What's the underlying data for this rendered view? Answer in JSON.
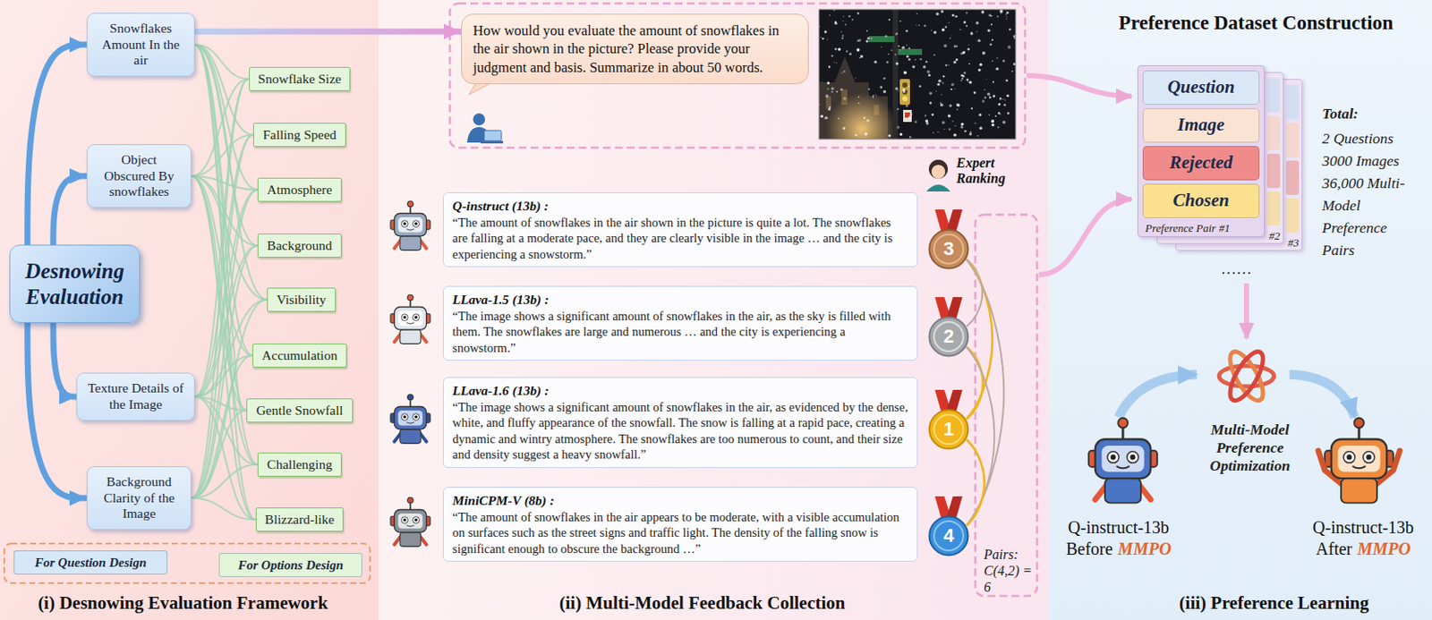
{
  "diagram": {
    "nodes": [
      {
        "text": [
          "Snowflakes Amount In the air"
        ]
      },
      {
        "text": [
          "Object Obscured By snowflakes"
        ]
      },
      {
        "text": [
          "Desnowing Evaluation"
        ]
      },
      {
        "text": [
          "Texture Details of the Image"
        ]
      },
      {
        "text": [
          "Background Clarity of the Image"
        ]
      },
      {
        "text": [
          "Snowflake Size"
        ]
      },
      {
        "text": [
          "Falling Speed"
        ]
      },
      {
        "text": [
          "Atmosphere"
        ]
      },
      {
        "text": [
          "Background"
        ]
      },
      {
        "text": [
          "Visibility"
        ]
      },
      {
        "text": [
          "Accumulation"
        ]
      },
      {
        "text": [
          "Gentle Snowfall"
        ]
      },
      {
        "text": [
          "Challenging"
        ]
      },
      {
        "text": [
          "Blizzard-like"
        ]
      },
      {
        "text": [
          "How would you evaluate the amount of snowflakes in the air shown in the picture? Please provide your judgment and basis. Summarize in about 50 words."
        ]
      },
      {
        "text": [
          "Q-instruct (13b) :",
          "“The amount of snowflakes in the air shown in the picture is quite a lot. The snowflakes are falling at a moderate pace, and they are clearly visible in the image … and the city is experiencing a snowstorm.”"
        ]
      },
      {
        "text": [
          "3"
        ]
      },
      {
        "text": [
          "LLava-1.5 (13b) :",
          "“The image shows a significant amount of snowflakes in the air, as the sky is filled with them. The snowflakes are large and numerous … and the city is experiencing a snowstorm.”"
        ]
      },
      {
        "text": [
          "2"
        ]
      },
      {
        "text": [
          "LLava-1.6 (13b) :",
          "“The image shows a significant amount of snowflakes in the air, as evidenced by the dense, white, and fluffy appearance of the snowfall. The snow is falling at a rapid pace, creating a dynamic and wintry atmosphere. The snowflakes are too numerous to count, and their size and density suggest a heavy snowfall.”"
        ]
      },
      {
        "text": [
          "1"
        ]
      },
      {
        "text": [
          "MiniCPM-V (8b) :",
          "“The amount of snowflakes in the air appears to be moderate, with a visible accumulation on surfaces such as the street signs and traffic light. The density of the falling snow is significant enough to obscure the background …”"
        ]
      },
      {
        "text": [
          "4"
        ]
      },
      {
        "text": [
          "Preference Pair #1"
        ]
      },
      {
        "text": [
          "Question"
        ],
        "in": 23
      },
      {
        "text": [
          "Image"
        ],
        "in": 23
      },
      {
        "text": [
          "Rejected"
        ],
        "in": 23
      },
      {
        "text": [
          "Chosen"
        ],
        "in": 23
      },
      {
        "text": [
          "#2"
        ]
      },
      {
        "text": [
          "#3"
        ]
      }
    ],
    "edges": [
      {
        "from": 0,
        "to": 14,
        "arrow": "to"
      },
      {
        "from": 2,
        "to": 0,
        "arrow": "to"
      },
      {
        "from": 2,
        "to": 1,
        "arrow": "to"
      },
      {
        "from": 2,
        "to": 3,
        "arrow": "to"
      },
      {
        "from": 2,
        "to": 4,
        "arrow": "to"
      },
      {
        "from": 0,
        "to": 5,
        "arrow": "none"
      },
      {
        "from": 0,
        "to": 6,
        "arrow": "none"
      },
      {
        "from": 0,
        "to": 7,
        "arrow": "none"
      },
      {
        "from": 0,
        "to": 8,
        "arrow": "none"
      },
      {
        "from": 0,
        "to": 9,
        "arrow": "none"
      },
      {
        "from": 0,
        "to": 10,
        "arrow": "none"
      },
      {
        "from": 0,
        "to": 11,
        "arrow": "none"
      },
      {
        "from": 0,
        "to": 12,
        "arrow": "none"
      },
      {
        "from": 0,
        "to": 13,
        "arrow": "none"
      },
      {
        "from": 1,
        "to": 5,
        "arrow": "none"
      },
      {
        "from": 1,
        "to": 6,
        "arrow": "none"
      },
      {
        "from": 1,
        "to": 7,
        "arrow": "none"
      },
      {
        "from": 1,
        "to": 8,
        "arrow": "none"
      },
      {
        "from": 1,
        "to": 9,
        "arrow": "none"
      },
      {
        "from": 1,
        "to": 10,
        "arrow": "none"
      },
      {
        "from": 1,
        "to": 11,
        "arrow": "none"
      },
      {
        "from": 1,
        "to": 12,
        "arrow": "none"
      },
      {
        "from": 1,
        "to": 13,
        "arrow": "none"
      },
      {
        "from": 3,
        "to": 5,
        "arrow": "none"
      },
      {
        "from": 3,
        "to": 6,
        "arrow": "none"
      },
      {
        "from": 3,
        "to": 7,
        "arrow": "none"
      },
      {
        "from": 3,
        "to": 8,
        "arrow": "none"
      },
      {
        "from": 3,
        "to": 9,
        "arrow": "none"
      },
      {
        "from": 3,
        "to": 10,
        "arrow": "none"
      },
      {
        "from": 3,
        "to": 11,
        "arrow": "none"
      },
      {
        "from": 3,
        "to": 12,
        "arrow": "none"
      },
      {
        "from": 3,
        "to": 13,
        "arrow": "none"
      },
      {
        "from": 4,
        "to": 5,
        "arrow": "none"
      },
      {
        "from": 4,
        "to": 6,
        "arrow": "none"
      },
      {
        "from": 4,
        "to": 7,
        "arrow": "none"
      },
      {
        "from": 4,
        "to": 8,
        "arrow": "none"
      },
      {
        "from": 4,
        "to": 9,
        "arrow": "none"
      },
      {
        "from": 4,
        "to": 10,
        "arrow": "none"
      },
      {
        "from": 4,
        "to": 11,
        "arrow": "none"
      },
      {
        "from": 4,
        "to": 12,
        "arrow": "none"
      },
      {
        "from": 4,
        "to": 13,
        "arrow": "none"
      },
      {
        "from": 16,
        "to": 18,
        "arrow": "none"
      },
      {
        "from": 16,
        "to": 20,
        "arrow": "none"
      },
      {
        "from": 16,
        "to": 22,
        "arrow": "none"
      },
      {
        "from": 18,
        "to": 20,
        "arrow": "none"
      },
      {
        "from": 18,
        "to": 22,
        "arrow": "none"
      },
      {
        "from": 20,
        "to": 22,
        "arrow": "none"
      }
    ],
    "labels": [
      "Expert Ranking",
      "Pairs: C(4,2) = 6",
      "(i) Desnowing Evaluation Framework",
      "(ii) Multi-Model Feedback Collection",
      "Preference Dataset Construction",
      "Total:",
      "2 Questions",
      "3000 Images",
      "36,000 Multi-Model Preference Pairs",
      "……",
      "Multi-Model Preference Optimization",
      "Q-instruct-13b",
      "Before",
      "MMPO",
      "Q-instruct-13b",
      "After",
      "MMPO",
      "(iii) Preference Learning"
    ],
    "legend": [
      {
        "text": "For Question Design",
        "color": "#d6e7f8"
      },
      {
        "text": "For Options Design",
        "color": "#e3f4d8"
      }
    ]
  }
}
